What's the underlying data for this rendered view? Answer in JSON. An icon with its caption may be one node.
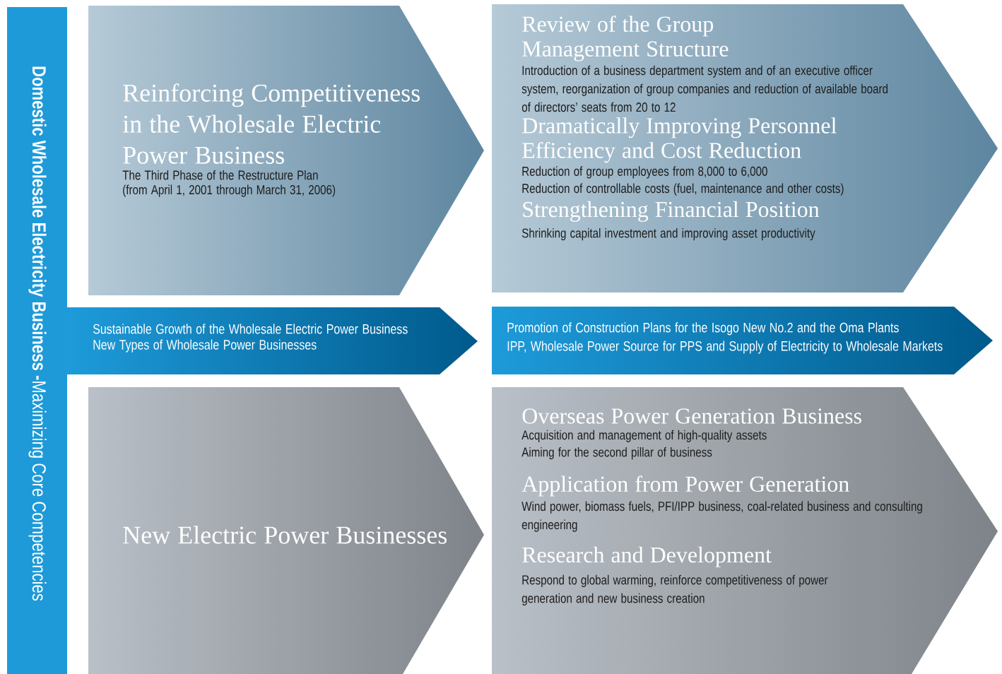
{
  "diagram": {
    "nodes": [
      {
        "text": [
          "**Domestic Wholesale Electricity Business -**Maximizing Core Competencies"
        ]
      },
      {
        "text": [
          "Reinforcing Competitiveness in the Wholesale Electric Power Business",
          "The Third Phase of the Restructure Plan",
          "(from April 1, 2001 through March 31, 2006)"
        ]
      },
      {
        "text": [
          "Review of the Group Management Structure",
          "Introduction of a business department system and of an executive officer system, reorganization of group companies and reduction of available board of directors’ seats from 20 to 12",
          "Dramatically Improving Personnel Efficiency and Cost Reduction",
          "Reduction of group employees from 8,000 to 6,000",
          "Reduction of controllable costs (fuel, maintenance and other costs)",
          "Strengthening Financial Position",
          "Shrinking capital investment and improving asset productivity"
        ]
      },
      {
        "text": [
          "Sustainable Growth of the Wholesale Electric Power Business",
          "New Types of Wholesale Power Businesses"
        ]
      },
      {
        "text": [
          "Promotion of Construction Plans for the Isogo New No.2 and the Oma Plants",
          "IPP, Wholesale Power Source for PPS and Supply of Electricity to Wholesale Markets"
        ]
      },
      {
        "text": [
          "New Electric Power Businesses"
        ]
      },
      {
        "text": [
          "Overseas Power Generation Business",
          "Acquisition and management of high-quality assets",
          "Aiming for the second pillar of business",
          "Application from Power Generation",
          "Wind power, biomass fuels, PFI/IPP business, coal-related business and consulting engineering",
          "Research and Development",
          "Respond to global warming, reinforce competitiveness of power generation and new business creation"
        ]
      }
    ]
  }
}
